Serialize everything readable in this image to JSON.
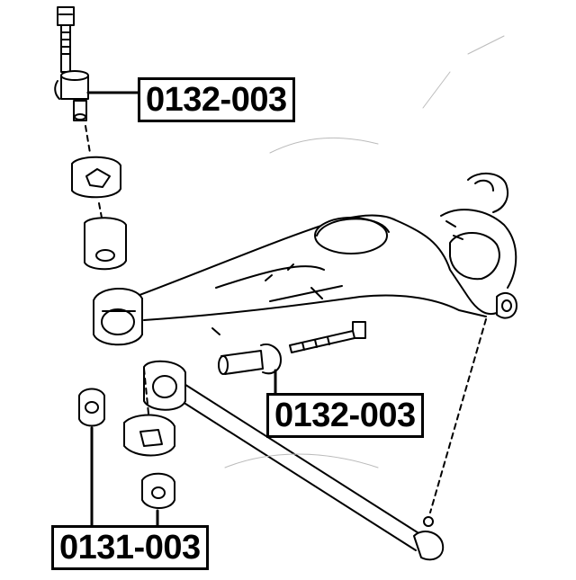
{
  "callouts": {
    "top": "0132-003",
    "middle": "0132-003",
    "bottom": "0131-003"
  },
  "colors": {
    "line": "#000000",
    "background": "#ffffff"
  }
}
